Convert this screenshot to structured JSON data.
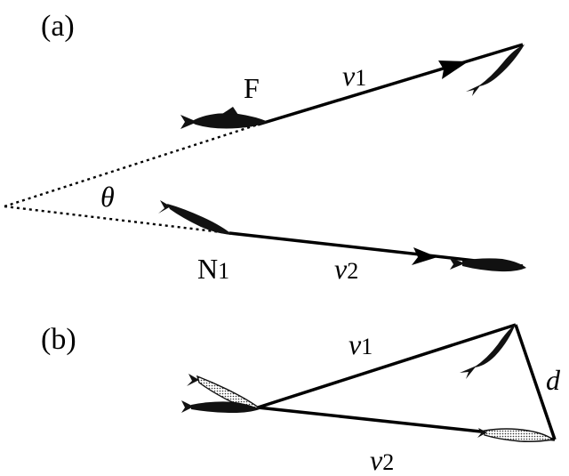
{
  "panel_a": {
    "label": "(a)",
    "focal_label": "F",
    "neighbor_label": "N",
    "neighbor_sub": "1",
    "angle_label": "θ",
    "v1_symbol": "v",
    "v1_sub": "1",
    "v2_symbol": "v",
    "v2_sub": "2"
  },
  "panel_b": {
    "label": "(b)",
    "v1_symbol": "v",
    "v1_sub": "1",
    "v2_symbol": "v",
    "v2_sub": "2",
    "distance_label": "d"
  }
}
